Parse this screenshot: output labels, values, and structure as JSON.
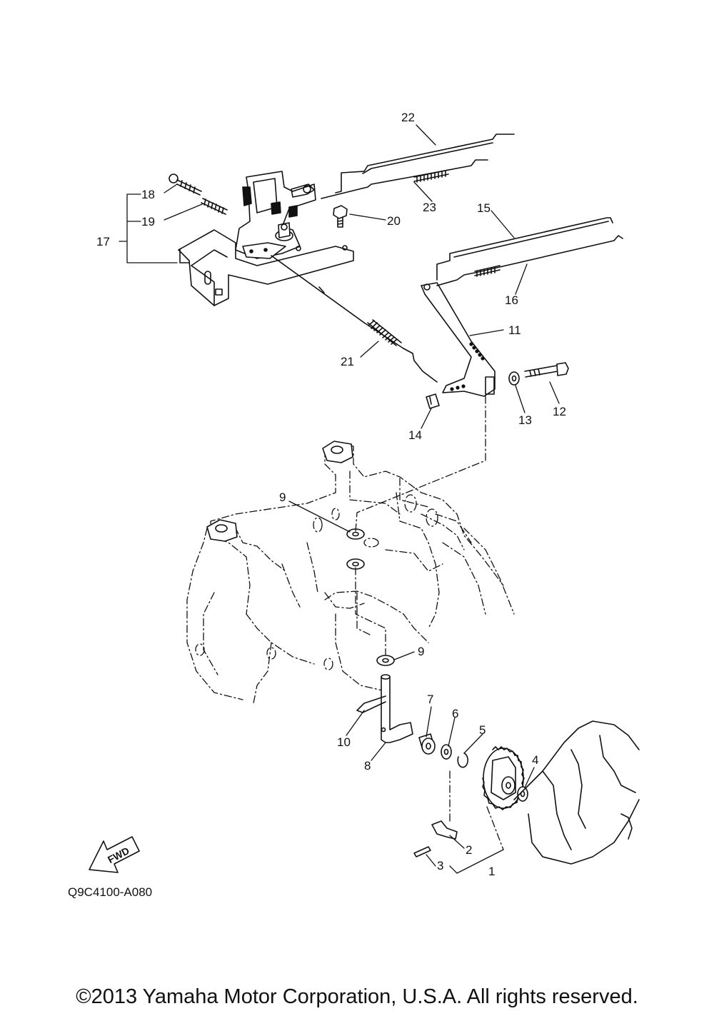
{
  "callouts": {
    "c1": "1",
    "c2": "2",
    "c3": "3",
    "c4": "4",
    "c5": "5",
    "c6": "6",
    "c7": "7",
    "c8": "8",
    "c9a": "9",
    "c9b": "9",
    "c10": "10",
    "c11": "11",
    "c12": "12",
    "c13": "13",
    "c14": "14",
    "c15": "15",
    "c16": "16",
    "c17": "17",
    "c18": "18",
    "c19": "19",
    "c20": "20",
    "c21": "21",
    "c22": "22",
    "c23": "23"
  },
  "fwd_label": "FWD",
  "diagram_code": "Q9C4100-A080",
  "copyright": "©2013 Yamaha Motor Corporation, U.S.A. All rights reserved.",
  "icons": {
    "direction_arrow": "fwd-arrow-icon"
  }
}
